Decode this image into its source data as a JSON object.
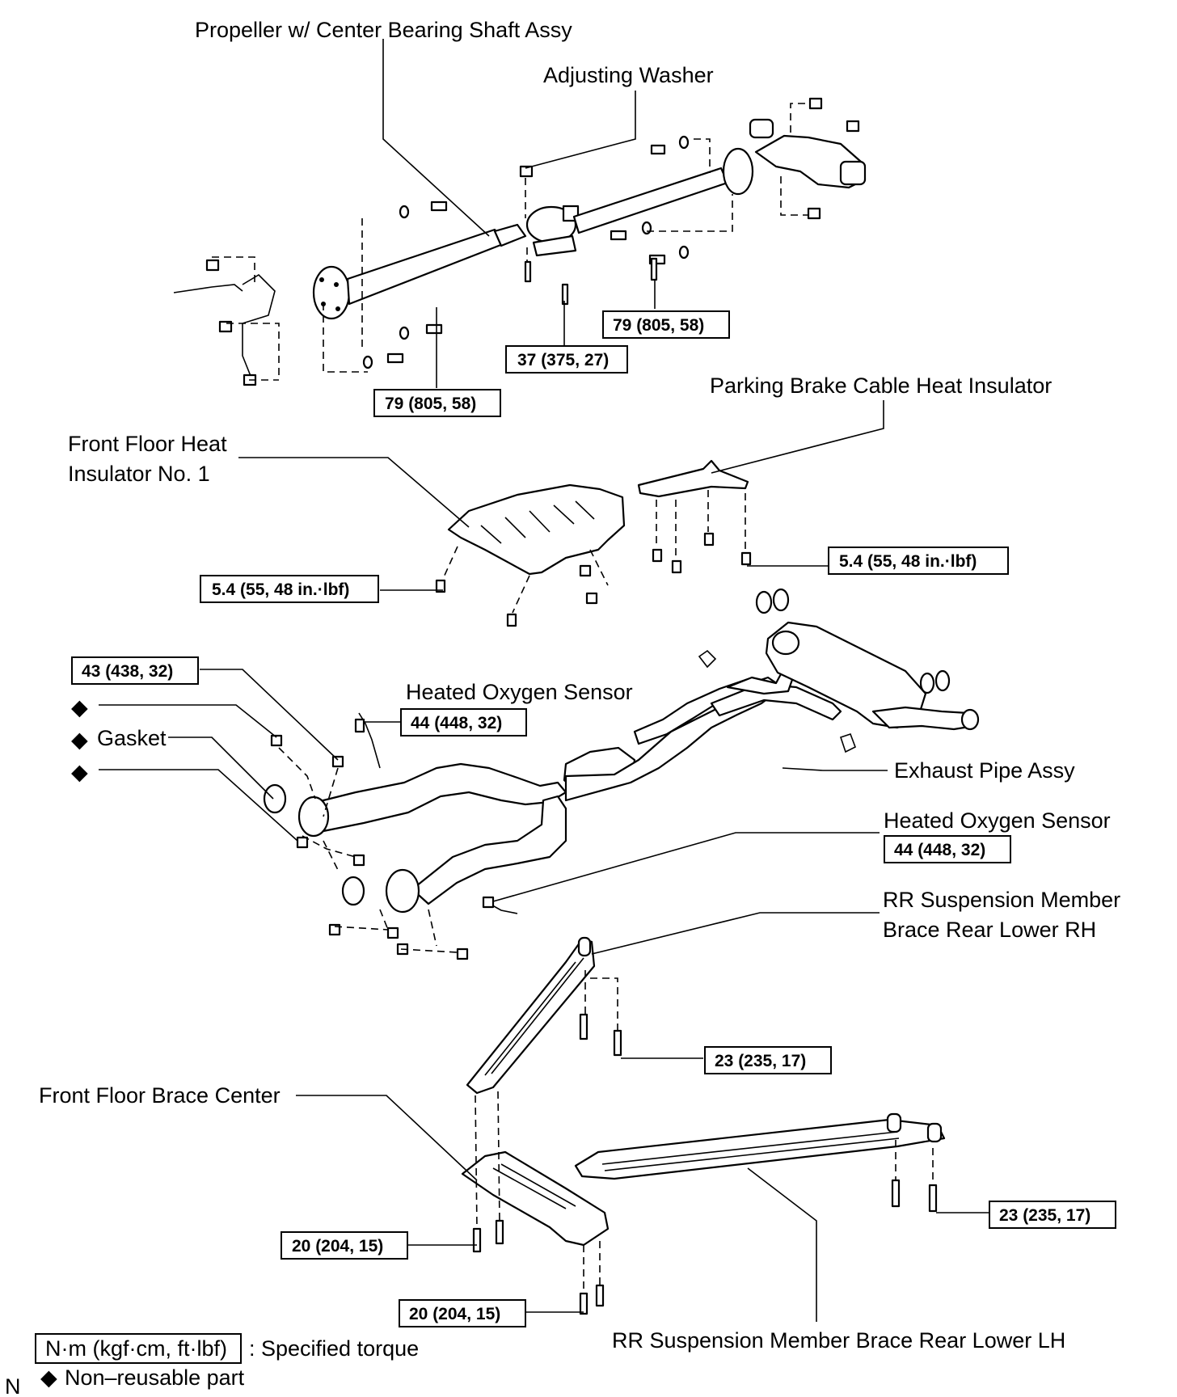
{
  "labels": {
    "propeller": "Propeller w/ Center Bearing Shaft Assy",
    "adjusting_washer": "Adjusting Washer",
    "parking_brake_insulator": "Parking Brake Cable Heat Insulator",
    "front_floor_insulator_line1": "Front Floor Heat",
    "front_floor_insulator_line2": "Insulator No. 1",
    "heated_o2_upper": "Heated Oxygen Sensor",
    "gasket": "Gasket",
    "exhaust_pipe": "Exhaust Pipe Assy",
    "heated_o2_lower": "Heated Oxygen Sensor",
    "rr_brace_rh_line1": "RR Suspension Member",
    "rr_brace_rh_line2": "Brace Rear Lower RH",
    "front_floor_brace": "Front Floor Brace Center",
    "rr_brace_lh": "RR Suspension Member Brace Rear Lower LH"
  },
  "torques": {
    "prop_rear": "79 (805, 58)",
    "center_bearing": "37 (375, 27)",
    "prop_front": "79 (805, 58)",
    "parking_insulator": "5.4 (55, 48 in.·lbf)",
    "floor_insulator": "5.4 (55, 48 in.·lbf)",
    "manifold_nut": "43 (438, 32)",
    "o2_upper": "44 (448, 32)",
    "o2_lower": "44 (448, 32)",
    "brace_rh": "23 (235, 17)",
    "brace_lh": "23 (235, 17)",
    "floor_brace_1": "20 (204, 15)",
    "floor_brace_2": "20 (204, 15)"
  },
  "legend": {
    "unit_box": "N·m (kgf·cm, ft·lbf)",
    "unit_desc": ": Specified torque",
    "non_reusable_symbol": "◆",
    "non_reusable": "Non–reusable part"
  },
  "markers": {
    "diamond": "◆",
    "corner_n": "N"
  }
}
